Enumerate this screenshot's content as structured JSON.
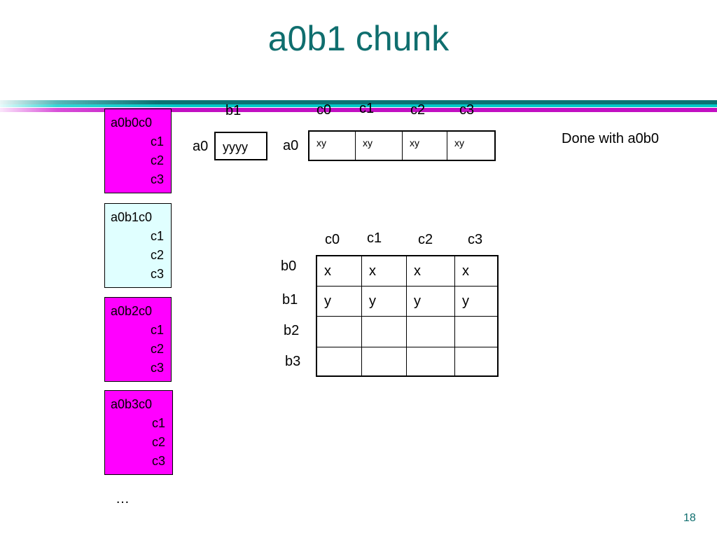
{
  "title": "a0b1 chunk",
  "colors": {
    "title": "#0f6e6e",
    "rule_teal": "#0b7373",
    "rule_cyan": "#00c8c8",
    "rule_magenta": "#c20fc2",
    "chunk_magenta": "#ff00ff",
    "chunk_current": "#e0ffff"
  },
  "chunks": [
    {
      "lines": [
        "a0b0c0",
        "c1",
        "c2",
        "c3"
      ],
      "color": "#ff00ff"
    },
    {
      "lines": [
        "a0b1c0",
        "c1",
        "c2",
        "c3"
      ],
      "color": "#e0ffff"
    },
    {
      "lines": [
        "a0b2c0",
        "c1",
        "c2",
        "c3"
      ],
      "color": "#ff00ff"
    },
    {
      "lines": [
        "a0b3c0",
        "c1",
        "c2",
        "c3"
      ],
      "color": "#ff00ff"
    }
  ],
  "ellipsis": "…",
  "ab_table": {
    "col_label": "b1",
    "row_label": "a0",
    "value": "yyyy"
  },
  "ac_table": {
    "row_label": "a0",
    "col_labels": [
      "c0",
      "c1",
      "c2",
      "c3"
    ],
    "values": [
      "xy",
      "xy",
      "xy",
      "xy"
    ]
  },
  "done_text": "Done with a0b0",
  "bc_table": {
    "col_labels": [
      "c0",
      "c1",
      "c2",
      "c3"
    ],
    "row_labels": [
      "b0",
      "b1",
      "b2",
      "b3"
    ],
    "cells": [
      [
        "x",
        "x",
        "x",
        "x"
      ],
      [
        "y",
        "y",
        "y",
        "y"
      ],
      [
        "",
        "",
        "",
        ""
      ],
      [
        "",
        "",
        "",
        ""
      ]
    ]
  },
  "page_number": "18"
}
